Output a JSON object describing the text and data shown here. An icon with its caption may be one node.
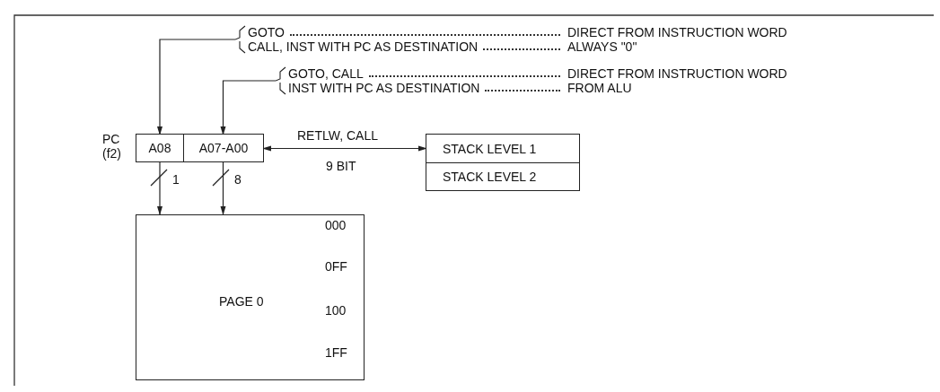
{
  "diagram": {
    "nodes": [
      {
        "text": [
          "GOTO",
          "DIRECT FROM INSTRUCTION WORD",
          "CALL, INST WITH PC AS DESTINATION",
          "ALWAYS \"0\""
        ]
      },
      {
        "text": [
          "GOTO, CALL",
          "DIRECT FROM INSTRUCTION WORD",
          "INST WITH PC AS DESTINATION",
          "FROM ALU"
        ]
      },
      {
        "text": [
          "PC (f2)"
        ]
      },
      {
        "text": [
          "A08"
        ],
        "in": 2
      },
      {
        "text": [
          "A07-A00"
        ],
        "in": 2
      },
      {
        "text": [],
        "shape": "box"
      },
      {
        "text": [
          "STACK LEVEL 1"
        ],
        "in": 5
      },
      {
        "text": [
          "STACK LEVEL 2"
        ],
        "in": 5
      },
      {
        "text": [
          "PAGE 0"
        ]
      }
    ],
    "edges": [
      {
        "from": 0,
        "to": 3,
        "arrow": "to"
      },
      {
        "from": 1,
        "to": 4,
        "arrow": "to"
      },
      {
        "from": 4,
        "to": 6,
        "arrow": "both",
        "label": "RETLW, CALL"
      },
      {
        "from": 3,
        "to": 8,
        "arrow": "to"
      },
      {
        "from": 4,
        "to": 8,
        "arrow": "to"
      }
    ],
    "labels": [
      "1",
      "8",
      "9 BIT",
      "000",
      "0FF",
      "100",
      "1FF"
    ]
  }
}
